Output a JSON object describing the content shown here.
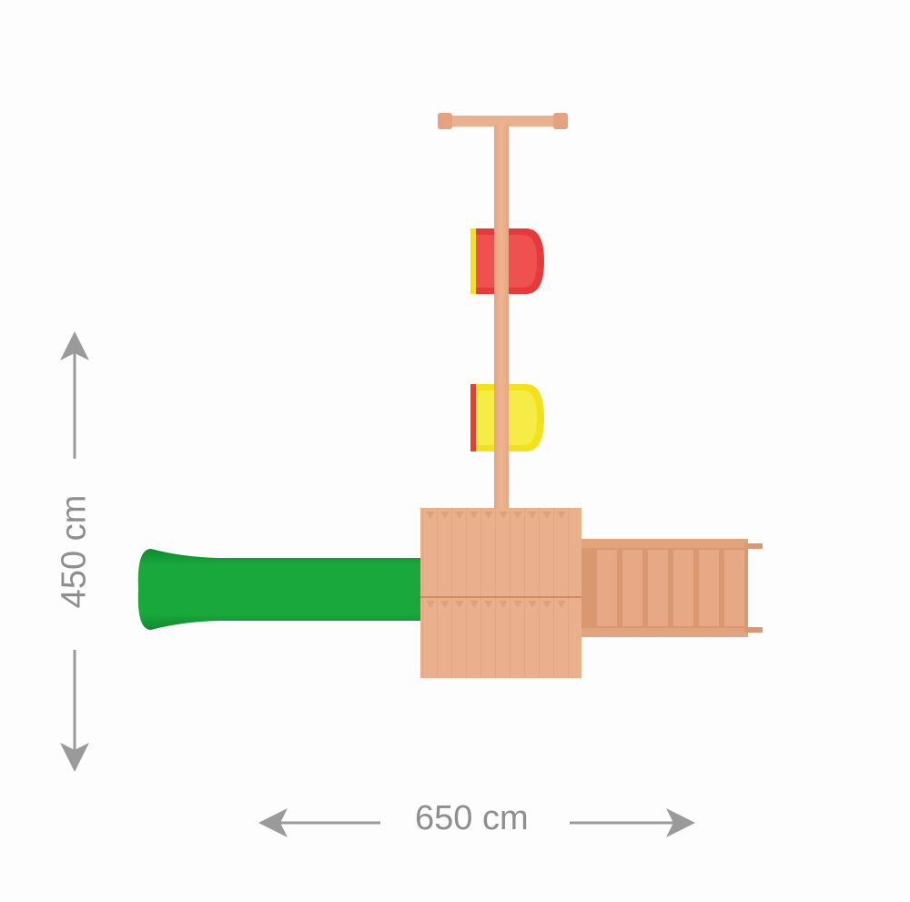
{
  "diagram": {
    "view": "top view",
    "dimensions": {
      "width_label": "650 cm",
      "height_label": "450 cm"
    },
    "components": [
      {
        "name": "swing-beam",
        "color": "#e8a98a"
      },
      {
        "name": "swing-seat-red",
        "color": "#e63a3a"
      },
      {
        "name": "swing-seat-yellow",
        "color": "#f2e21a"
      },
      {
        "name": "platform-roof",
        "color": "#e8aa86"
      },
      {
        "name": "slide",
        "color": "#14a33a"
      },
      {
        "name": "ladder",
        "color": "#d9986f"
      }
    ],
    "arrow_color": "#9a9a9a"
  }
}
